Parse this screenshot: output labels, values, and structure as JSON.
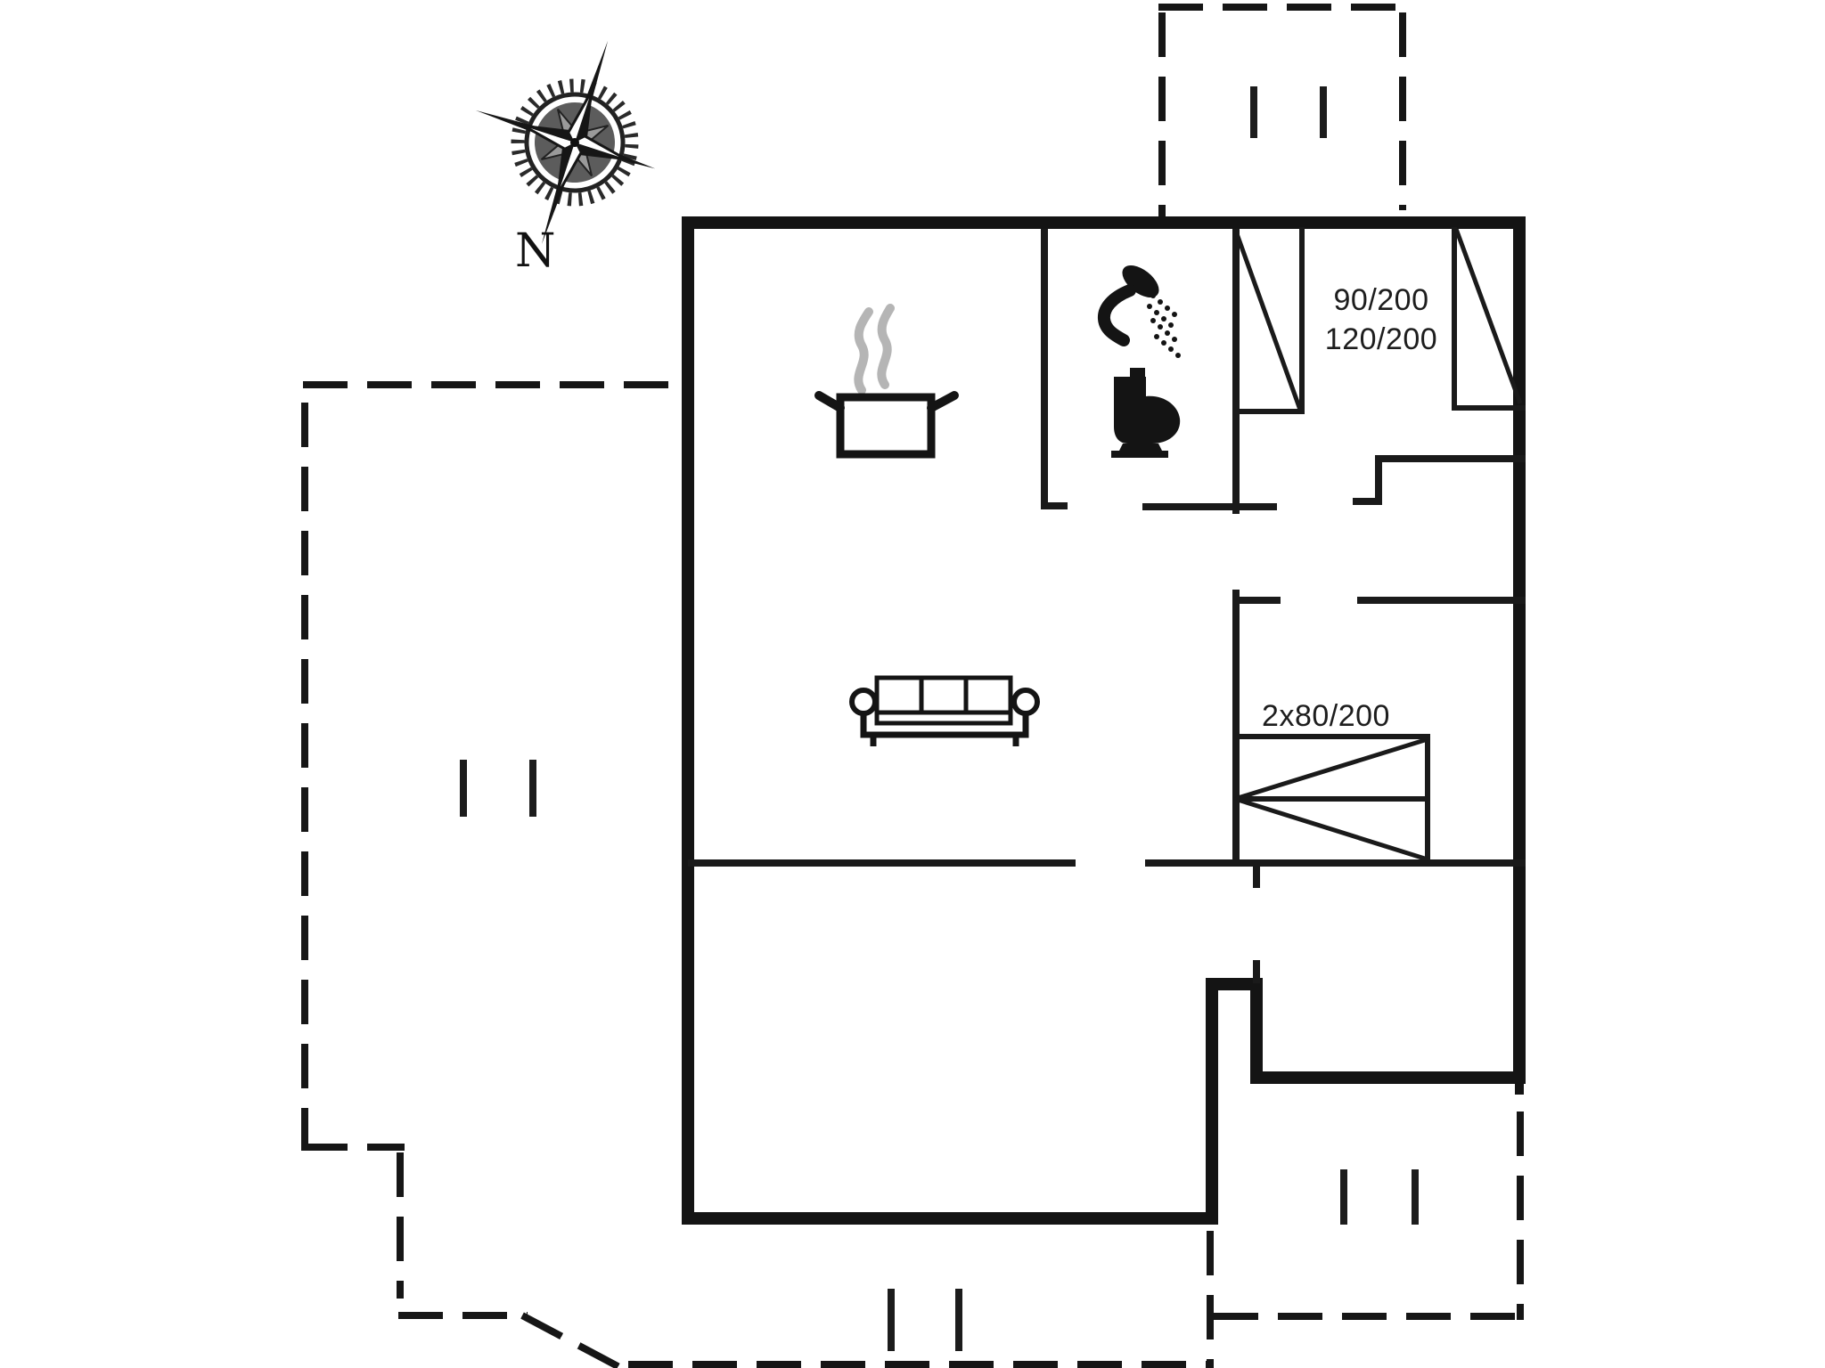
{
  "page": {
    "kind": "holiday-house floor plan drawing",
    "background": "#ffffff"
  },
  "compass": {
    "north_label": "N"
  },
  "dimensions": {
    "bedroom_line1": "90/200",
    "bedroom_line2": "120/200",
    "bunk_room": "2x80/200"
  },
  "icons": {
    "compass_rose": "compass-rose-icon",
    "cooking_pot": "cooking-pot-icon",
    "steam": "steam-icon",
    "shower": "shower-icon",
    "toilet": "toilet-icon",
    "sofa": "sofa-icon",
    "bed_left": "bed-icon",
    "bed_right": "bed-icon",
    "bunk_bed": "bunk-bed-icon",
    "window_marks": "window-tick-icon"
  },
  "colors": {
    "wall": "#141414",
    "interior_wall": "#1a1a1a",
    "steam_gray": "#b5b5b5",
    "background": "#ffffff"
  }
}
